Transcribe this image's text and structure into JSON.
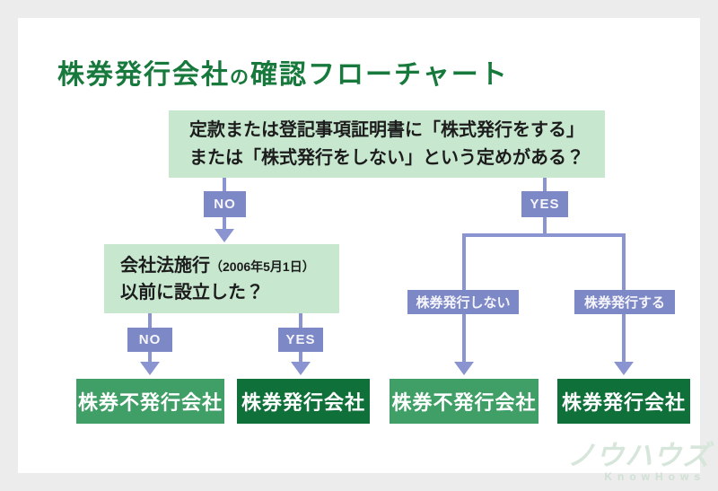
{
  "title": {
    "part1": "株券発行会社",
    "particle": "の",
    "part2": "確認フローチャート"
  },
  "flow": {
    "q1": {
      "line1": "定款または登記事項証明書に「株式発行をする」",
      "line2": "または「株式発行をしない」という定めがある？"
    },
    "q1_no": "NO",
    "q1_yes": "YES",
    "q2": {
      "line1_main": "会社法施行",
      "line1_sub": "（2006年5月1日）",
      "line2": "以前に設立した？"
    },
    "q2_no": "NO",
    "q2_yes": "YES",
    "branch_not_issue": "株券発行しない",
    "branch_issue": "株券発行する",
    "results": [
      {
        "label": "株券不発行会社",
        "variant": "light"
      },
      {
        "label": "株券発行会社",
        "variant": "dark"
      },
      {
        "label": "株券不発行会社",
        "variant": "light"
      },
      {
        "label": "株券発行会社",
        "variant": "dark"
      }
    ]
  },
  "logo": {
    "text": "ノウハウズ",
    "subtext": "KnowHows"
  },
  "colors": {
    "page_background": "#ececec",
    "card_background": "#ffffff",
    "title_green": "#17793c",
    "question_box_green": "#c7e7cf",
    "connector_blue": "#8a94d0",
    "label_blue": "#7d88c6",
    "result_green_light": "#3f9f66",
    "result_green_dark": "#10703a",
    "logo_green": "#d7e6db"
  }
}
